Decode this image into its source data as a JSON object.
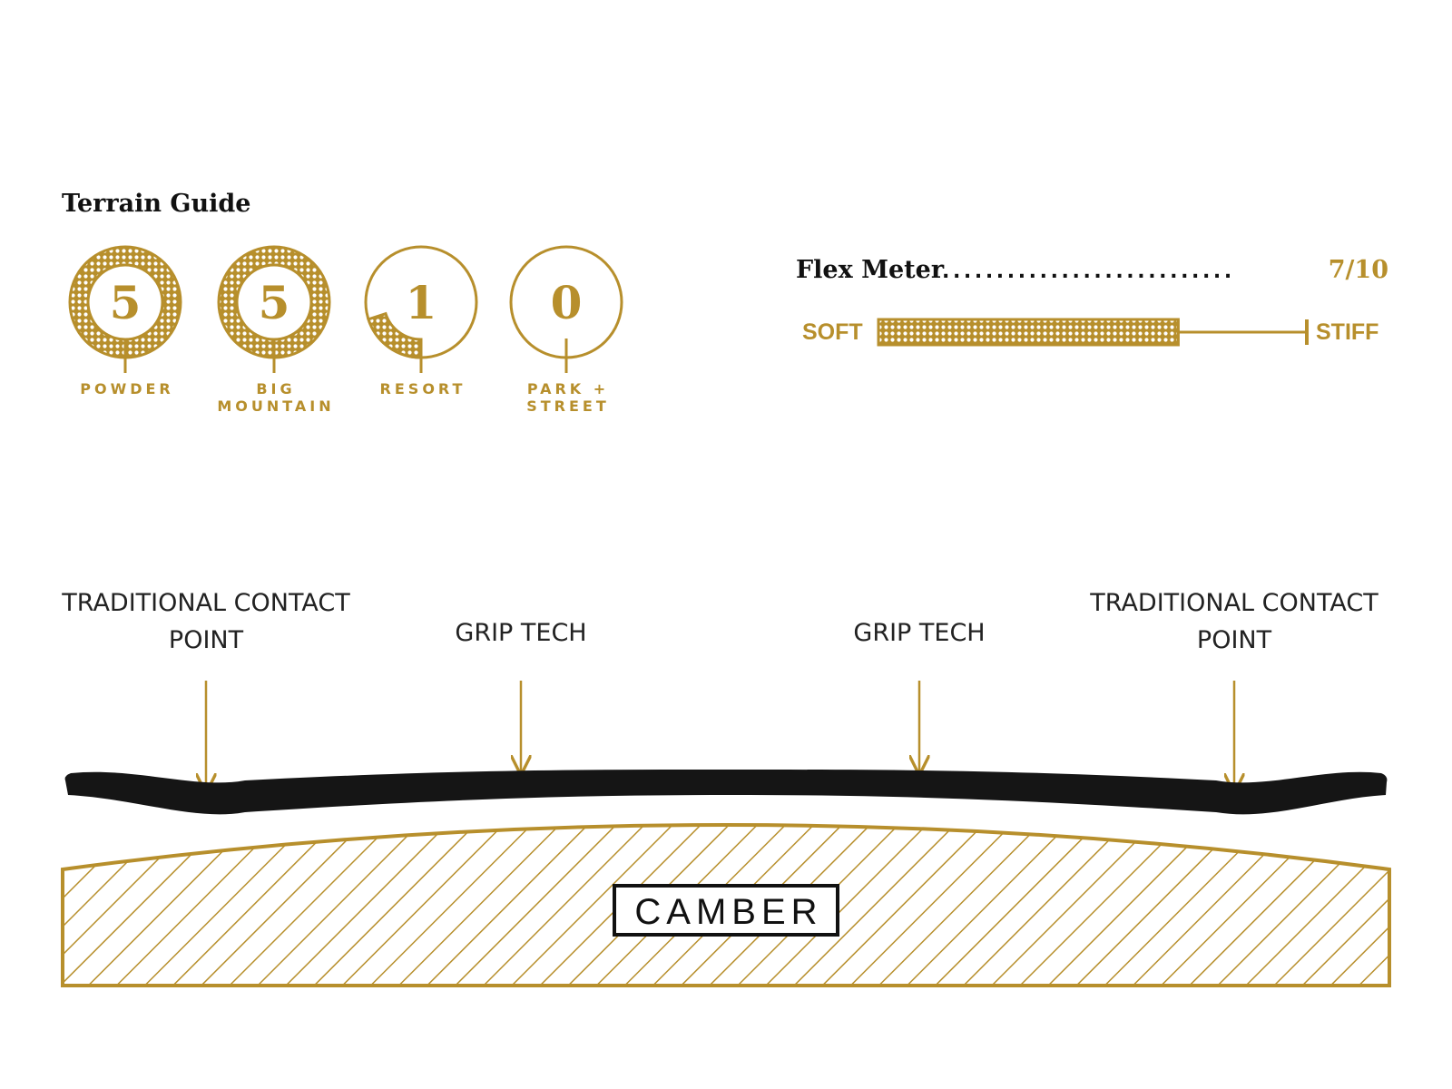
{
  "terrain_guide": {
    "title": "Terrain Guide",
    "max": 5,
    "items": [
      {
        "value": "5",
        "rating": 5,
        "label_lines": [
          "POWDER"
        ]
      },
      {
        "value": "5",
        "rating": 5,
        "label_lines": [
          "BIG",
          "MOUNTAIN"
        ]
      },
      {
        "value": "1",
        "rating": 1,
        "label_lines": [
          "RESORT"
        ]
      },
      {
        "value": "0",
        "rating": 0,
        "label_lines": [
          "PARK +",
          "STREET"
        ]
      }
    ]
  },
  "flex_meter": {
    "title": "Flex Meter",
    "leader": "...........................",
    "value_text": "7/10",
    "value": 7,
    "max": 10,
    "soft_label": "SOFT",
    "stiff_label": "STIFF"
  },
  "profile": {
    "callouts": [
      {
        "lines": [
          "TRADITIONAL CONTACT",
          "POINT"
        ]
      },
      {
        "lines": [
          "GRIP TECH"
        ]
      },
      {
        "lines": [
          "GRIP TECH"
        ]
      },
      {
        "lines": [
          "TRADITIONAL CONTACT",
          "POINT"
        ]
      }
    ],
    "camber_label": "CAMBER"
  },
  "colors": {
    "gold": "#b78f2c",
    "dark": "#111111",
    "background": "#ffffff"
  }
}
